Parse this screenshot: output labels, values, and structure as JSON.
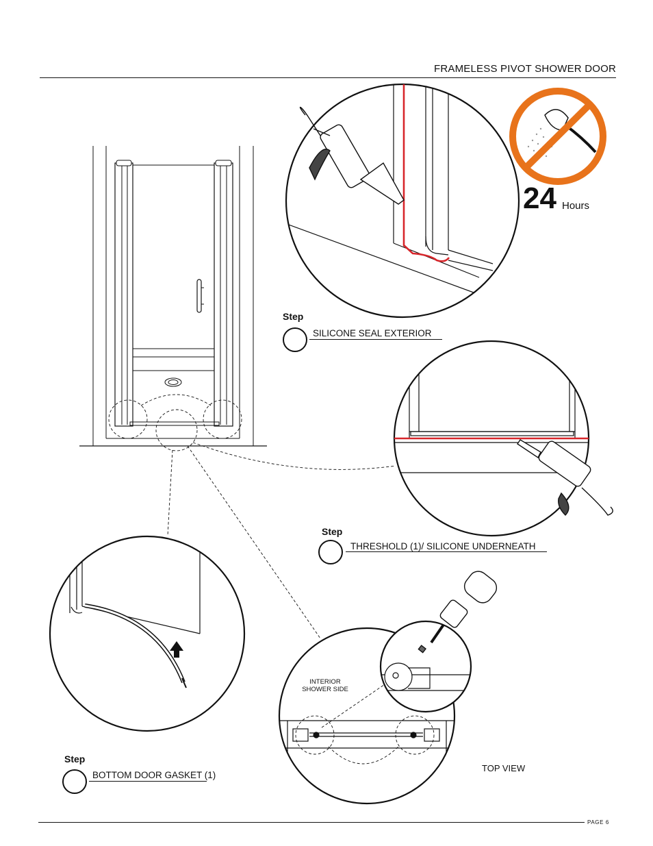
{
  "header": {
    "title": "FRAMELESS PIVOT SHOWER  DOOR"
  },
  "footer": {
    "page": "PAGE 6"
  },
  "no_water": {
    "number": "24",
    "unit": "Hours",
    "icon": "no-shower-icon",
    "color": "#E8731B"
  },
  "steps": [
    {
      "word": "Step",
      "text": "SILICONE SEAL EXTERIOR"
    },
    {
      "word": "Step",
      "text": "THRESHOLD (1)/ SILICONE UNDERNEATH"
    },
    {
      "word": "Step",
      "text": "BOTTOM DOOR GASKET (1)"
    }
  ],
  "labels": {
    "interior_line1": "INTERIOR",
    "interior_line2": "SHOWER SIDE",
    "top_view": "TOP VIEW"
  },
  "colors": {
    "sealant": "#D7262B",
    "ink": "#111111"
  }
}
